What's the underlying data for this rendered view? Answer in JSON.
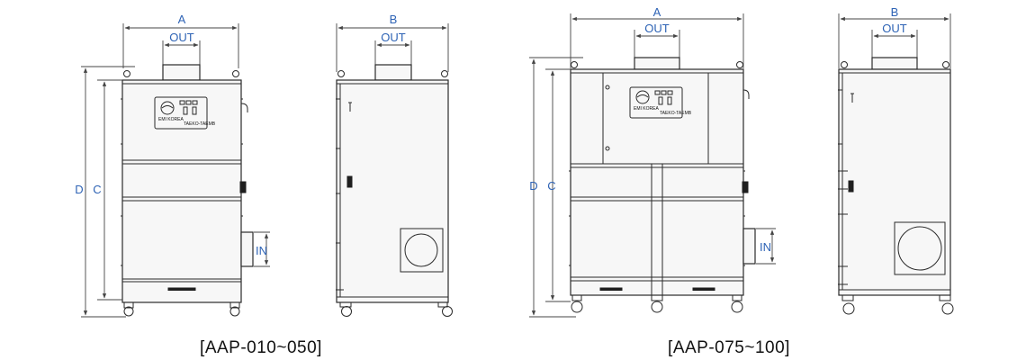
{
  "left_group": {
    "caption": "[AAP-010~050]",
    "front": {
      "width_label": "A",
      "out_label": "OUT",
      "height_outer_label": "D",
      "height_inner_label": "C",
      "inlet_label": "IN",
      "plate_brand": "EMI KOREA",
      "plate_model": "TAEKO-TAEMB"
    },
    "side": {
      "width_label": "B",
      "out_label": "OUT"
    }
  },
  "right_group": {
    "caption": "[AAP-075~100]",
    "front": {
      "width_label": "A",
      "out_label": "OUT",
      "height_outer_label": "D",
      "height_inner_label": "C",
      "inlet_label": "IN",
      "plate_brand": "EMI KOREA",
      "plate_model": "TAEKO-TAEMB"
    },
    "side": {
      "width_label": "B",
      "out_label": "OUT"
    }
  },
  "colors": {
    "label_blue": "#2e63b5",
    "line": "#2a2a2a"
  }
}
